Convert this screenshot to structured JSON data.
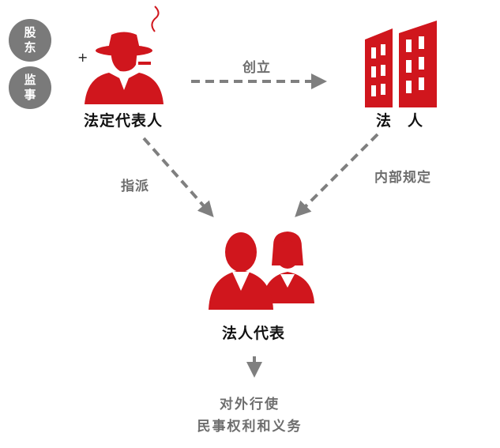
{
  "colors": {
    "accent": "#d0161d",
    "gray": "#7a7a7a",
    "arrow": "#7f7f7f"
  },
  "side_badges": [
    {
      "label": "股东"
    },
    {
      "label": "监事"
    }
  ],
  "plus_sign": "+",
  "nodes": {
    "legal_representative": {
      "label": "法定代表人",
      "icon": "man-in-hat-icon"
    },
    "legal_person": {
      "label": "法　人",
      "icon": "office-buildings-icon"
    },
    "representative": {
      "label": "法人代表",
      "icon": "two-people-icon"
    }
  },
  "edges": {
    "establish": "创立",
    "assign": "指派",
    "internal_rules": "内部规定"
  },
  "result": {
    "line1": "对外行使",
    "line2": "民事权利和义务"
  }
}
